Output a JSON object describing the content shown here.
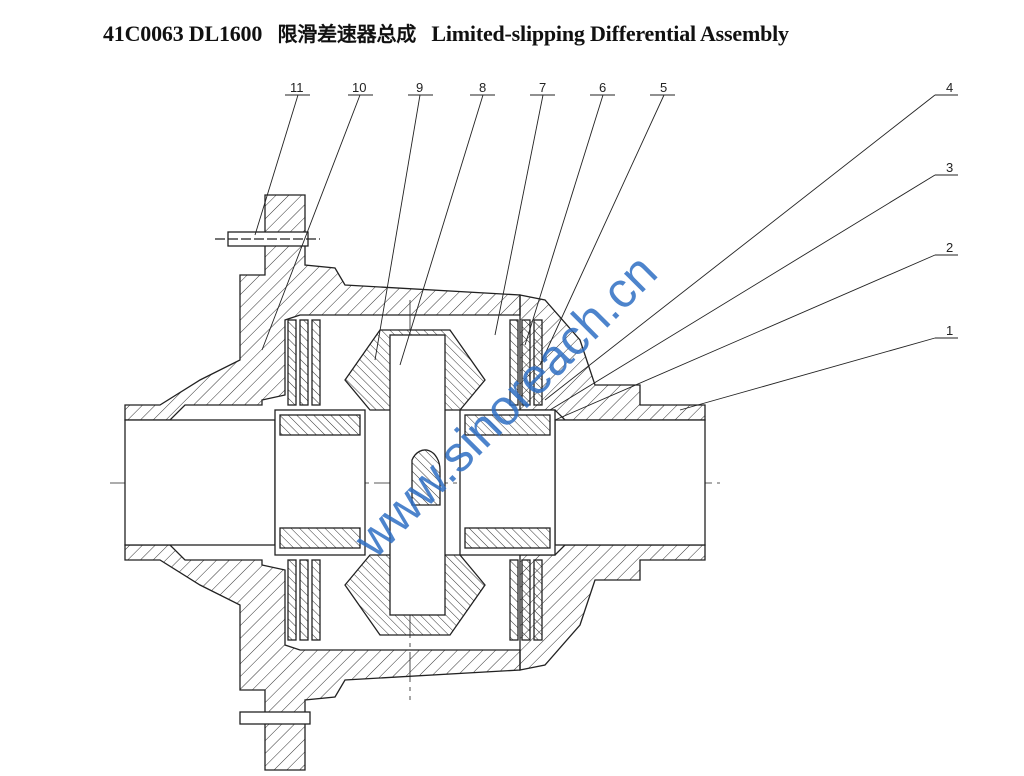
{
  "title": {
    "code": "41C0063 DL1600",
    "chinese": "限滑差速器总成",
    "english": "Limited-slipping Differential Assembly"
  },
  "part_labels": [
    "1",
    "2",
    "3",
    "4",
    "5",
    "6",
    "7",
    "8",
    "9",
    "10",
    "11"
  ],
  "watermark": "www.sinoreach.cn",
  "colors": {
    "line": "#222222",
    "watermark": "#2f6fc4"
  }
}
